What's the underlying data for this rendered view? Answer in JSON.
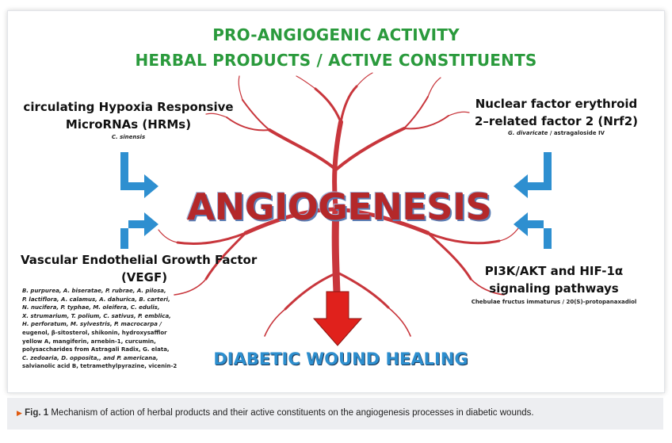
{
  "figure": {
    "title_line1": "PRO-ANGIOGENIC ACTIVITY",
    "title_line2": "HERBAL PRODUCTS / ACTIVE CONSTITUENTS",
    "center_word": "ANGIOGENESIS",
    "outcome": "DIABETIC WOUND HEALING",
    "hrm": {
      "label_line1": "circulating Hypoxia Responsive",
      "label_line2": "MicroRNAs (HRMs)",
      "source": "C. sinensis"
    },
    "nrf2": {
      "label_line1": "Nuclear factor erythroid",
      "label_line2": "2–related factor 2 (Nrf2)",
      "source_italic": "G. divaricate",
      "source_rest": " / astragaloside IV"
    },
    "vegf": {
      "label_line1": "Vascular Endothelial Growth Factor",
      "label_line2": "(VEGF)",
      "lines": [
        "B. purpurea, A. biseratae, P. rubrae, A. pilosa,",
        "P. lactiflora, A. calamus, A. dahurica, B. carteri,",
        "N. nucifera, P. typhae, M. oleifera, C. edulis,",
        "X. strumarium, T. polium, C. sativus, P. emblica,",
        "H. perforatum, M. sylvestris, P. macrocarpa /",
        "eugenol, β-sitosterol, shikonin, hydroxysafflor",
        "yellow A, mangiferin, arnebin-1, curcumin,",
        "polysaccharides from Astragali Radix, G. elata,",
        "C. zedoaria, D. opposita,, and P. americana,",
        "salvianolic acid B, tetramethylpyrazine, vicenin-2"
      ]
    },
    "pi3k": {
      "label_line1": "PI3K/AKT and HIF-1α",
      "label_line2": "signaling pathways",
      "source": "Chebulae fructus immaturus / 20(S)-protopanaxadiol"
    }
  },
  "caption": {
    "marker": "▶",
    "fig_label": "Fig. 1",
    "text": " Mechanism of action of herbal products and their active constituents on the angiogenesis processes in diabetic wounds."
  },
  "colors": {
    "title_green": "#2a9a3c",
    "vessel_red": "#c8363c",
    "arrow_blue": "#2e8fd0",
    "down_arrow_red": "#e0211c",
    "center_word_red": "#b4282a"
  }
}
